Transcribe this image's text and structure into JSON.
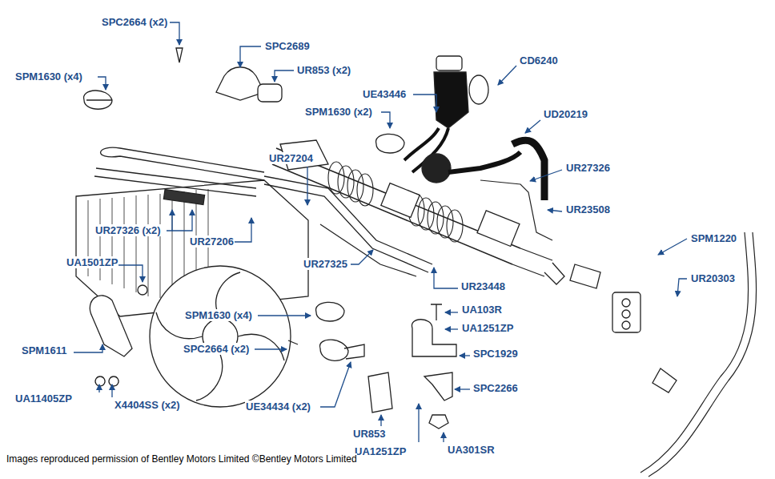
{
  "diagram": {
    "caption": "Images reproduced permission of Bentley Motors Limited ©Bentley Motors Limited",
    "labels": [
      "SPC2664 (x2)",
      "SPC2689",
      "SPM1630 (x4)",
      "UR853 (x2)",
      "CD6240",
      "UE43446",
      "UD20219",
      "SPM1630 (x2)",
      "UR27204",
      "UR27326",
      "UR23508",
      "UR27326 (x2)",
      "UR27206",
      "UA1501ZP",
      "UR27325",
      "SPM1220",
      "UR20303",
      "UR23448",
      "SPM1630 (x4)",
      "UA103R",
      "UA1251ZP",
      "SPM1611",
      "SPC2664 (x2)",
      "SPC1929",
      "SPC2266",
      "UA11405ZP",
      "X4404SS (x2)",
      "UE34434 (x2)",
      "UR853",
      "UA1251ZP",
      "UA301SR"
    ]
  }
}
